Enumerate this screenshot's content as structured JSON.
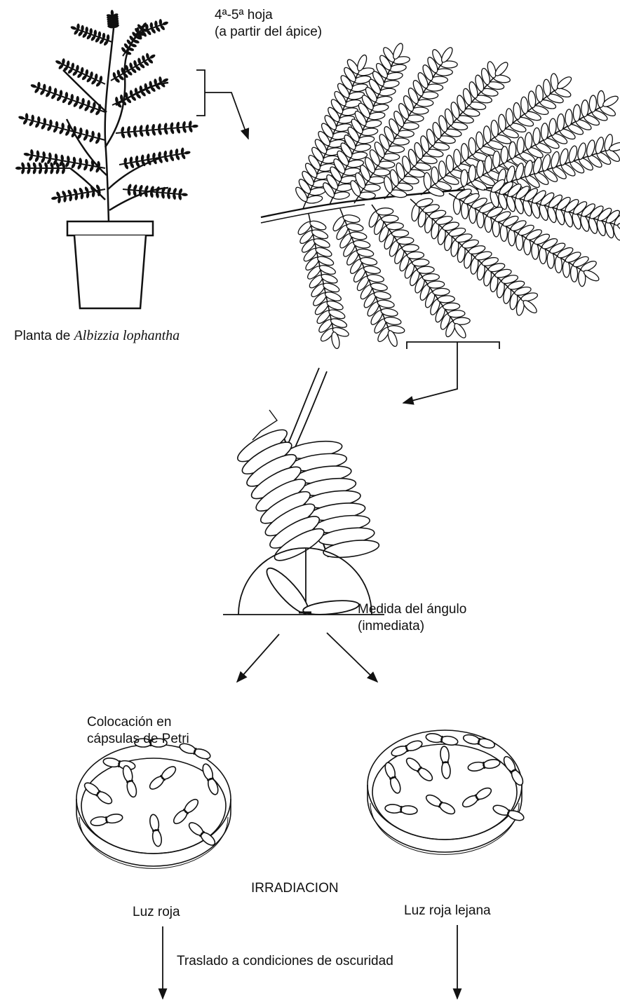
{
  "labels": {
    "leaf_position_line1": "4ª-5ª hoja",
    "leaf_position_line2": "(a partir del ápice)",
    "plant_prefix": "Planta de",
    "plant_species": "Albizzia lophantha",
    "angle_line1": "Medida del ángulo",
    "angle_line2": "(inmediata)",
    "petri_line1": "Colocación en",
    "petri_line2": "cápsulas de Petri",
    "irradiation": "IRRADIACION",
    "red_light": "Luz roja",
    "far_red_light": "Luz roja lejana",
    "transfer": "Traslado a condiciones de oscuridad"
  },
  "colors": {
    "ink": "#111111",
    "background": "#ffffff"
  }
}
